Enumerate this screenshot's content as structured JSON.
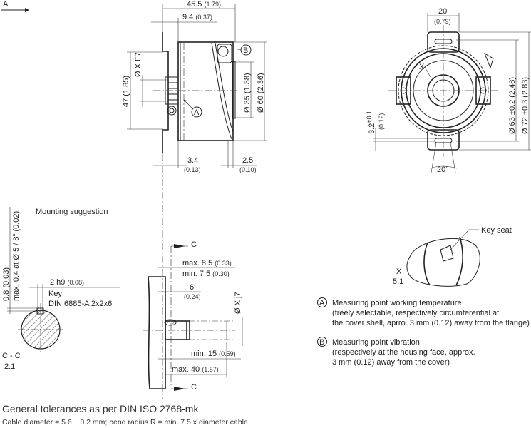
{
  "view_label_a": "A",
  "side_view": {
    "dim_overall": "45.5",
    "dim_overall_in": "(1.79)",
    "dim_flange": "9.4",
    "dim_flange_in": "(0.37)",
    "dim_47": "47 (1.85)",
    "dim_bore": "Ø X F7",
    "dim_35": "Ø 35 (1.38)",
    "dim_60": "Ø 60 (2.36)",
    "dim_34": "3.4",
    "dim_34_in": "(0.13)",
    "dim_25": "2.5",
    "dim_25_in": "(0.10)",
    "marker_a": "A",
    "marker_b": "B"
  },
  "front_view": {
    "dim_20": "20",
    "dim_20_in": "(0.79)",
    "dim_63": "Ø 63 ±0.2 (2.48)",
    "dim_72": "Ø 72 ±0.3 (2.83)",
    "dim_32": "3.2",
    "dim_32_tol": "+0.1",
    "dim_32_in": "(0.12)",
    "angle": "20°",
    "detail_mark": "X"
  },
  "section_cc": {
    "title": "Mounting suggestion",
    "dim_08": "0.8 (0.03)",
    "dim_max": "max. 0.4 at Ø 5 / 8\" (0.02)",
    "dim_key_width": "2 h9",
    "dim_key_width_in": "(0.08)",
    "key_label": "Key",
    "key_spec": "DIN 6885-A 2x2x6",
    "section_name": "C - C",
    "scale": "2:1"
  },
  "mounting_side": {
    "cut_label_top": "C",
    "cut_label_bottom": "C",
    "dim_max85": "max. 8.5",
    "dim_max85_in": "(0.33)",
    "dim_min75": "min. 7.5",
    "dim_min75_in": "(0.30)",
    "dim_6": "6",
    "dim_6_in": "(0.24)",
    "dim_shaft": "Ø X j7",
    "dim_min15": "min. 15",
    "dim_min15_in": "(0.59)",
    "dim_max40": "max. 40",
    "dim_max40_in": "(1.57)"
  },
  "detail_x": {
    "label": "Key seat",
    "name": "X",
    "scale": "5:1"
  },
  "legend": [
    {
      "marker": "A",
      "title": "Measuring point working temperature",
      "lines": [
        "(freely selectable, respectively circumferential at",
        "the cover shell, aprro. 3 mm (0.12) away from the flange)"
      ]
    },
    {
      "marker": "B",
      "title": "Measuring point vibration",
      "lines": [
        "(respectively at the housing face, approx.",
        "3 mm (0.12) away from the cover)"
      ]
    }
  ],
  "footer": {
    "tolerances": "General tolerances as per DIN ISO 2768-mk",
    "cable": "Cable diameter = 5.6 ± 0.2 mm; bend radius R = min. 7.5 x diameter cable"
  }
}
